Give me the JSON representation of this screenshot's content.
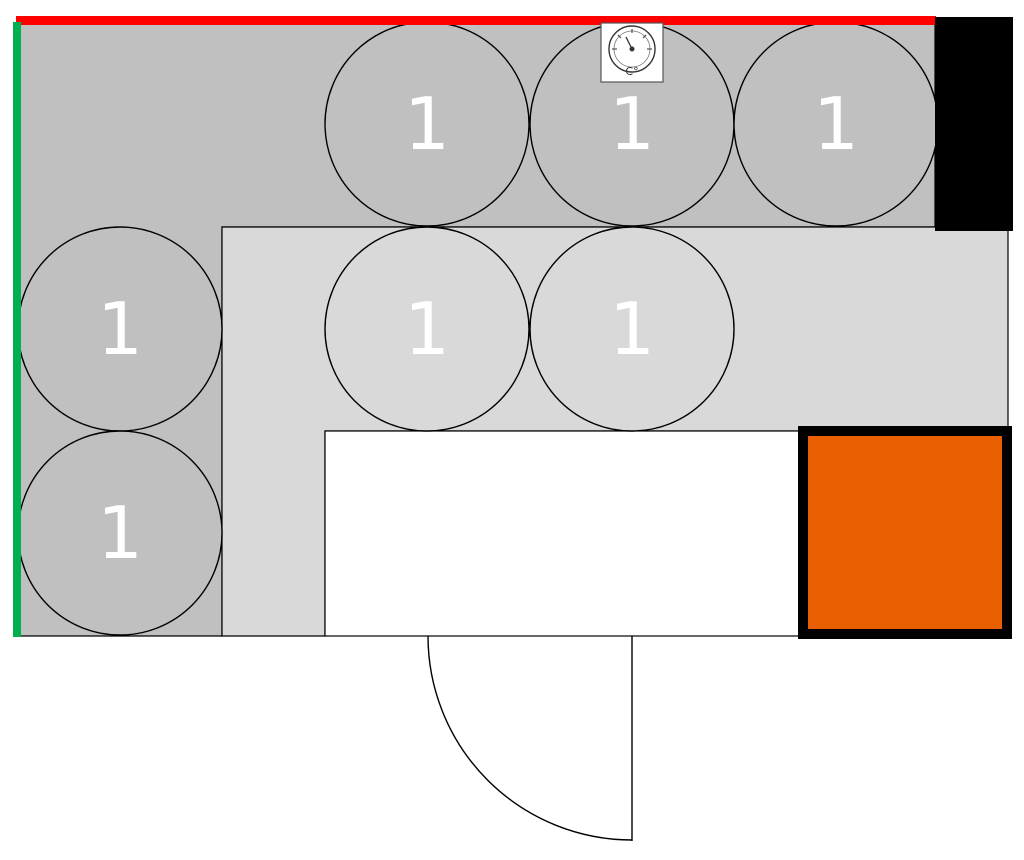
{
  "floor_plan": {
    "seats": [
      {
        "label": "1",
        "zone": "back"
      },
      {
        "label": "1",
        "zone": "back"
      },
      {
        "label": "1",
        "zone": "back"
      },
      {
        "label": "1",
        "zone": "middle"
      },
      {
        "label": "1",
        "zone": "middle"
      },
      {
        "label": "1",
        "zone": "back"
      },
      {
        "label": "1",
        "zone": "back"
      }
    ],
    "thermometer": {
      "unit_label": "C°"
    },
    "colors": {
      "zone_back": "#c0c0c0",
      "zone_middle": "#d9d9d9",
      "zone_front": "#ffffff",
      "wall_top": "#ff0000",
      "wall_left": "#00b050",
      "block": "#000000",
      "stove": "#e85e00",
      "outline": "#000000",
      "label": "#ffffff"
    }
  }
}
